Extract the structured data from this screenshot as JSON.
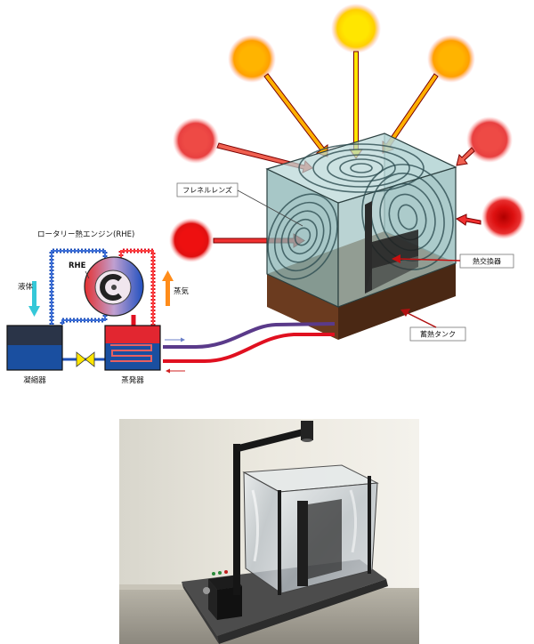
{
  "labels": {
    "fresnel_lens": "フレネルレンズ",
    "heat_exchanger": "熱交換器",
    "heat_storage_tank": "蓄熱タンク",
    "rotary_engine": "ロータリー熱エンジン(RHE)",
    "rhe": "RHE",
    "liquid": "液体",
    "vapor": "蒸気",
    "condenser": "凝縮器",
    "evaporator": "蒸発器"
  },
  "colors": {
    "hot": "#e0202a",
    "cold": "#1c4fb8",
    "tank": "#5a3520",
    "glass": "#9cc4c4",
    "return_pipe": "#5a3a8a",
    "liquid_arrow": "#35c8d8",
    "vapor_arrow": "#ff8c1a"
  }
}
